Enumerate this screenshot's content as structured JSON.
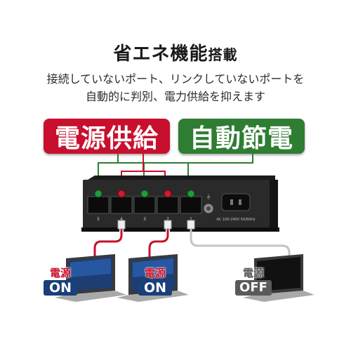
{
  "heading": {
    "main": "省エネ機能",
    "sub": "搭載"
  },
  "description": [
    "接続していないポート、リンクしていないポートを",
    "自動的に判別、電力供給を抑えます"
  ],
  "labels": {
    "power_supply": "電源供給",
    "auto_save": "自動節電"
  },
  "colors": {
    "red": "#c8102e",
    "green": "#2e7d32",
    "gray": "#8a8a8a"
  },
  "device": {
    "port_numbers": [
      "5",
      "4",
      "3",
      "2",
      "1"
    ],
    "power_spec": "AC 100-240V  50/60Hz",
    "port_status": [
      "off",
      "on",
      "off",
      "on",
      "off"
    ]
  },
  "laptops": [
    {
      "label_top": "電源",
      "label_bottom": "ON",
      "state": "on"
    },
    {
      "label_top": "電源",
      "label_bottom": "ON",
      "state": "on"
    },
    {
      "label_top": "電源",
      "label_bottom": "OFF",
      "state": "off"
    }
  ]
}
